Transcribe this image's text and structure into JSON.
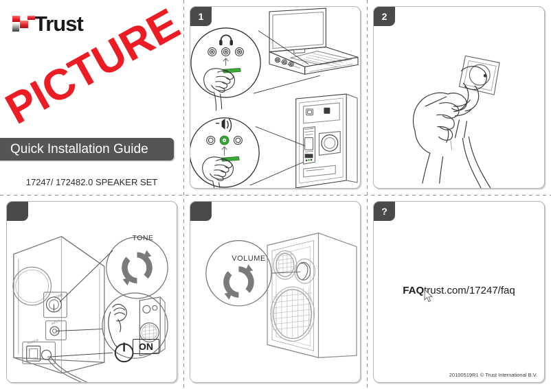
{
  "document": {
    "brand": "Trust",
    "title": "Quick Installation Guide",
    "watermark": "PICTURE",
    "model": "17247/ 172482.0 SPEAKER SET",
    "footer": "20100519R1 © Trust International B.V."
  },
  "colors": {
    "brand_red": "#ec1c24",
    "badge_gray": "#4a4a4a",
    "ribbon_gray": "#555555",
    "connector_green": "#3ba935",
    "line_dark": "#3b3b3b",
    "line_mid": "#767676"
  },
  "panels": [
    {
      "id": "cover",
      "badge": "",
      "kind": "cover",
      "labels": []
    },
    {
      "id": "step-1",
      "badge": "1",
      "kind": "connect-audio",
      "labels": [],
      "callouts": [
        {
          "name": "laptop-headphone-jack",
          "icon": "headphones-icon",
          "ports": 3,
          "active_port": 2
        },
        {
          "name": "desktop-line-out-jack",
          "icon": "speaker-icon",
          "ports": 3,
          "active_port": 2
        }
      ]
    },
    {
      "id": "step-2",
      "badge": "2",
      "kind": "plug-into-wall-socket",
      "labels": []
    },
    {
      "id": "step-3",
      "badge": "",
      "kind": "speaker-rear-controls",
      "labels": [
        "TONE",
        "ON"
      ],
      "tone_label": "TONE",
      "on_label": "ON"
    },
    {
      "id": "step-4",
      "badge": "",
      "kind": "speaker-front-volume",
      "labels": [
        "VOLUME"
      ],
      "volume_label": "VOLUME"
    },
    {
      "id": "faq",
      "badge": "?",
      "kind": "faq",
      "faq_prefix": "FAQ",
      "faq_url": "trust.com/17247/faq"
    }
  ]
}
